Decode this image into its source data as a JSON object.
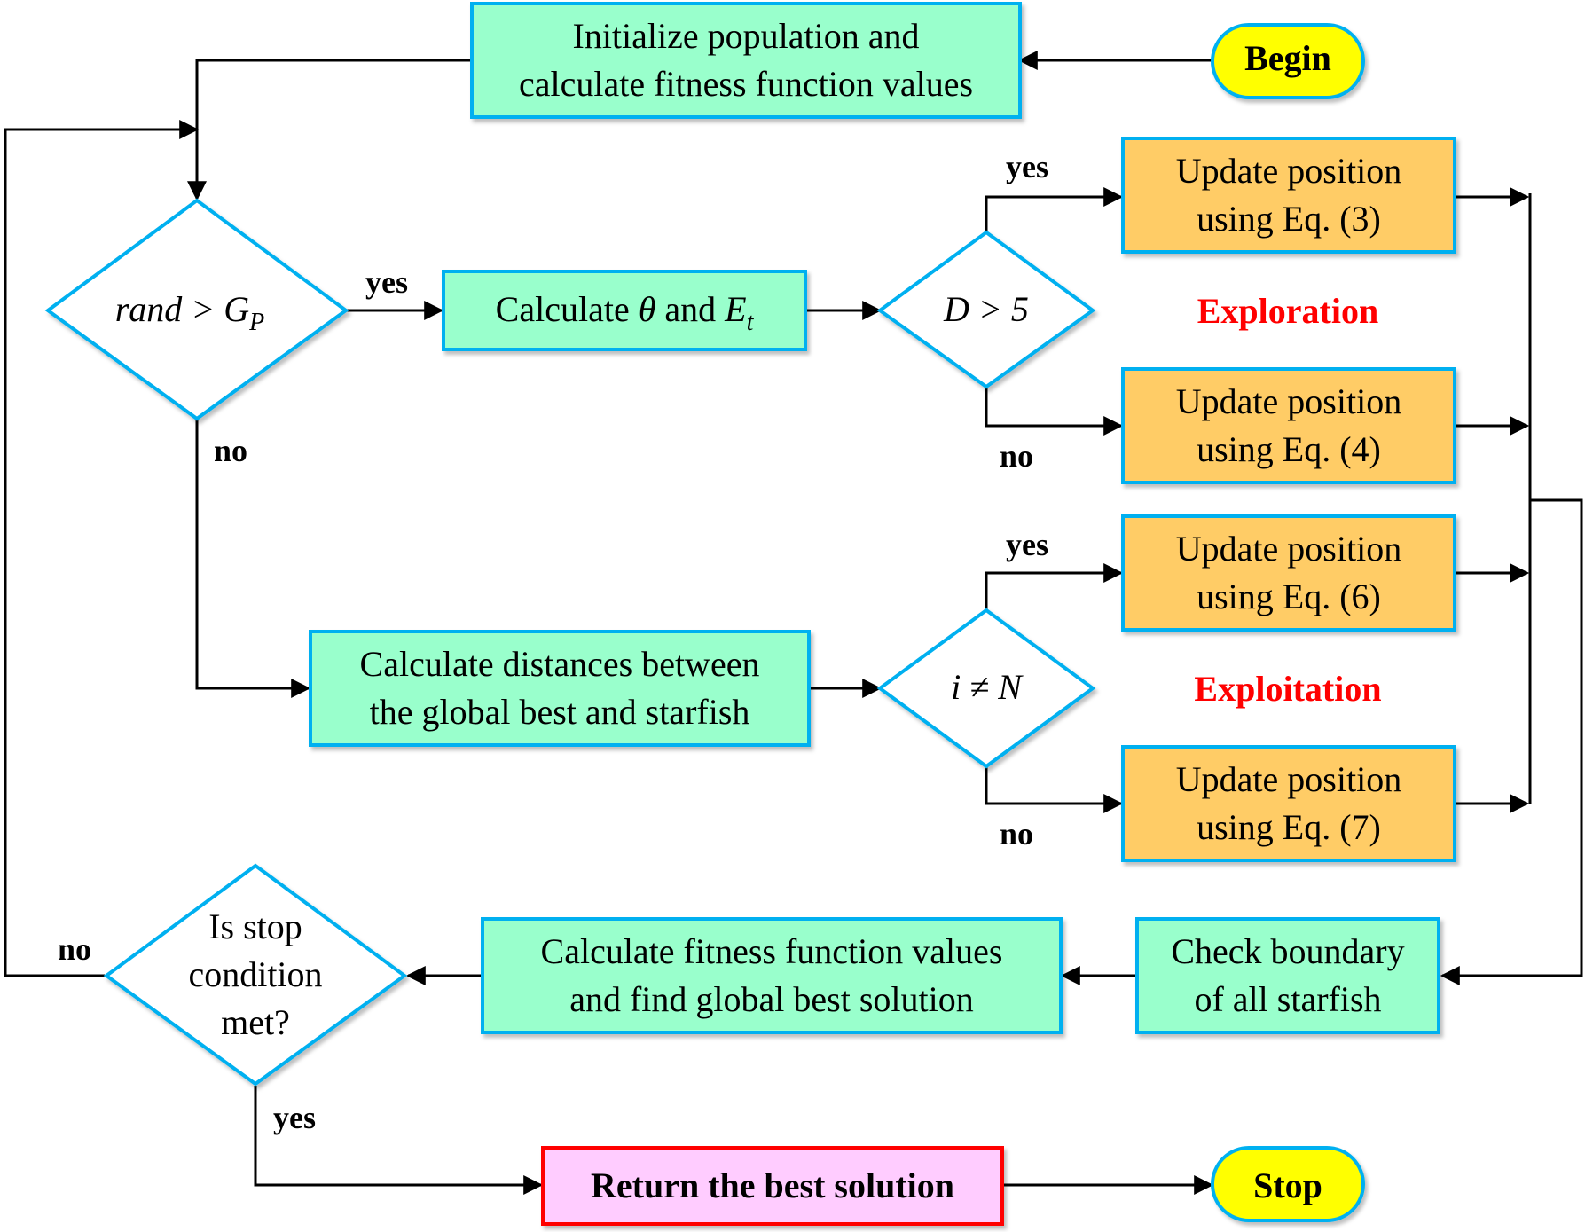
{
  "colors": {
    "process_fill": "#99ffcc",
    "update_fill": "#ffcc66",
    "terminal_fill": "#ffff00",
    "return_fill": "#ffccff",
    "node_stroke": "#00b0f0",
    "return_stroke": "#ff0000",
    "section_label": "#ff0000"
  },
  "nodes": {
    "begin": {
      "label": "Begin"
    },
    "initialize": {
      "lines": [
        "Initialize population and",
        "calculate fitness function values"
      ]
    },
    "rand_gp": {
      "text": "rand > G",
      "sub": "P"
    },
    "calc_theta": {
      "prefix": "Calculate ",
      "theta": "θ",
      "middle": " and ",
      "e": "E",
      "sub": "t"
    },
    "d_gt_5": {
      "text": "D > 5"
    },
    "eq3": {
      "lines": [
        "Update position",
        "using Eq. (3)"
      ]
    },
    "eq4": {
      "lines": [
        "Update position",
        "using Eq. (4)"
      ]
    },
    "calc_dist": {
      "lines": [
        "Calculate distances between",
        "the global best and starfish"
      ]
    },
    "i_ne_n": {
      "text": "i ≠ N"
    },
    "eq6": {
      "lines": [
        "Update position",
        "using Eq. (6)"
      ]
    },
    "eq7": {
      "lines": [
        "Update position",
        "using Eq. (7)"
      ]
    },
    "check_boundary": {
      "lines": [
        "Check boundary",
        "of all starfish"
      ]
    },
    "calc_fitness": {
      "lines": [
        "Calculate fitness function values",
        "and find global best solution"
      ]
    },
    "stop_cond": {
      "lines": [
        "Is stop",
        "condition",
        "met?"
      ]
    },
    "return_best": {
      "label": "Return the best solution"
    },
    "stop": {
      "label": "Stop"
    }
  },
  "edge_labels": {
    "rand_yes": "yes",
    "rand_no": "no",
    "d_yes": "yes",
    "d_no": "no",
    "i_yes": "yes",
    "i_no": "no",
    "stop_no": "no",
    "stop_yes": "yes"
  },
  "sections": {
    "exploration": "Exploration",
    "exploitation": "Exploitation"
  }
}
